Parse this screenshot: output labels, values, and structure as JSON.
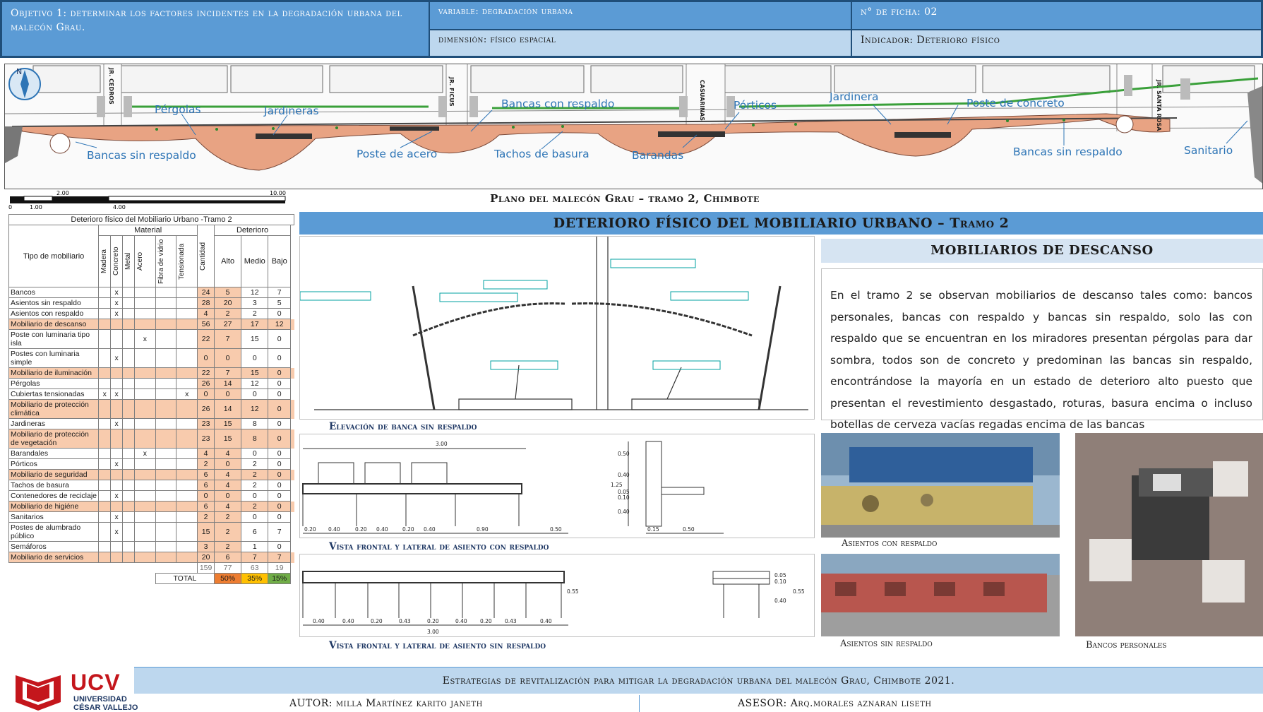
{
  "header": {
    "objective": "Objetivo 1: determinar los factores incidentes en la degradación urbana del malecón Grau.",
    "variable": "variable: degradación urbana",
    "dimension": "dimensión: físico espacial",
    "ficha": "n° de ficha: 02",
    "indicator": "Indicador: Deterioro físico"
  },
  "plan": {
    "labels": {
      "pergolas": "Pérgolas",
      "jardineras": "Jardineras",
      "bancas_sin_respaldo_1": "Bancas sin respaldo",
      "poste_acero": "Poste de acero",
      "bancas_con_respaldo": "Bancas con respaldo",
      "tachos": "Tachos de basura",
      "barandas": "Barandas",
      "porticos": "Pórticos",
      "jardinera": "Jardinera",
      "poste_concreto": "Poste de concreto",
      "bancas_sin_respaldo_2": "Bancas sin respaldo",
      "sanitario": "Sanitario"
    },
    "streets": [
      "JR. CEDROS",
      "JR. FICUS",
      "CASUARINAS",
      "JR. SANTA ROSA"
    ],
    "compass": "N",
    "title": "Plano del malecón Grau – tramo 2, Chimbote"
  },
  "scale": {
    "ticks": [
      "0",
      "1.00",
      "2.00",
      "4.00",
      "10.00"
    ]
  },
  "table": {
    "title": "Deterioro físico del Mobiliario Urbano -Tramo 2",
    "col_tipo": "Tipo de mobiliario",
    "group_material": "Material",
    "group_deterioro": "Deterioro",
    "materials": [
      "Madera",
      "Concreto",
      "Metal",
      "Acero",
      "Fibra de vidrio",
      "Tensionada"
    ],
    "col_cantidad": "Cantidad",
    "det_cols": [
      "Alto",
      "Medio",
      "Bajo"
    ],
    "rows": [
      {
        "name": "Bancos",
        "m": [
          "",
          "x",
          "",
          "",
          "",
          ""
        ],
        "c": "24",
        "a": "5",
        "me": "12",
        "b": "7",
        "sub": false
      },
      {
        "name": "Asientos sin respaldo",
        "m": [
          "",
          "x",
          "",
          "",
          "",
          ""
        ],
        "c": "28",
        "a": "20",
        "me": "3",
        "b": "5",
        "sub": false
      },
      {
        "name": "Asientos con respaldo",
        "m": [
          "",
          "x",
          "",
          "",
          "",
          ""
        ],
        "c": "4",
        "a": "2",
        "me": "2",
        "b": "0",
        "sub": false
      },
      {
        "name": "Mobiliario de descanso",
        "m": [
          "",
          "",
          "",
          "",
          "",
          ""
        ],
        "c": "56",
        "a": "27",
        "me": "17",
        "b": "12",
        "sub": true
      },
      {
        "name": "Poste con luminaria tipo isla",
        "m": [
          "",
          "",
          "",
          "x",
          "",
          ""
        ],
        "c": "22",
        "a": "7",
        "me": "15",
        "b": "0",
        "sub": false
      },
      {
        "name": "Postes con luminaria simple",
        "m": [
          "",
          "x",
          "",
          "",
          "",
          ""
        ],
        "c": "0",
        "a": "0",
        "me": "0",
        "b": "0",
        "sub": false
      },
      {
        "name": "Mobiliario de iluminación",
        "m": [
          "",
          "",
          "",
          "",
          "",
          ""
        ],
        "c": "22",
        "a": "7",
        "me": "15",
        "b": "0",
        "sub": true
      },
      {
        "name": "Pérgolas",
        "m": [
          "",
          "",
          "",
          "",
          "",
          ""
        ],
        "c": "26",
        "a": "14",
        "me": "12",
        "b": "0",
        "sub": false
      },
      {
        "name": "Cubiertas tensionadas",
        "m": [
          "x",
          "x",
          "",
          "",
          "",
          "x"
        ],
        "c": "0",
        "a": "0",
        "me": "0",
        "b": "0",
        "sub": false
      },
      {
        "name": "Mobiliario de protección climática",
        "m": [
          "",
          "",
          "",
          "",
          "",
          ""
        ],
        "c": "26",
        "a": "14",
        "me": "12",
        "b": "0",
        "sub": true
      },
      {
        "name": "Jardineras",
        "m": [
          "",
          "x",
          "",
          "",
          "",
          ""
        ],
        "c": "23",
        "a": "15",
        "me": "8",
        "b": "0",
        "sub": false
      },
      {
        "name": "Mobiliario de protección de vegetación",
        "m": [
          "",
          "",
          "",
          "",
          "",
          ""
        ],
        "c": "23",
        "a": "15",
        "me": "8",
        "b": "0",
        "sub": true
      },
      {
        "name": "Barandales",
        "m": [
          "",
          "",
          "",
          "x",
          "",
          ""
        ],
        "c": "4",
        "a": "4",
        "me": "0",
        "b": "0",
        "sub": false
      },
      {
        "name": "Pórticos",
        "m": [
          "",
          "x",
          "",
          "",
          "",
          ""
        ],
        "c": "2",
        "a": "0",
        "me": "2",
        "b": "0",
        "sub": false
      },
      {
        "name": "Mobiliario de seguridad",
        "m": [
          "",
          "",
          "",
          "",
          "",
          ""
        ],
        "c": "6",
        "a": "4",
        "me": "2",
        "b": "0",
        "sub": true
      },
      {
        "name": "Tachos de basura",
        "m": [
          "",
          "",
          "",
          "",
          "",
          ""
        ],
        "c": "6",
        "a": "4",
        "me": "2",
        "b": "0",
        "sub": false
      },
      {
        "name": "Contenedores de reciclaje",
        "m": [
          "",
          "x",
          "",
          "",
          "",
          ""
        ],
        "c": "0",
        "a": "0",
        "me": "0",
        "b": "0",
        "sub": false
      },
      {
        "name": "Mobiliario de higiéne",
        "m": [
          "",
          "",
          "",
          "",
          "",
          ""
        ],
        "c": "6",
        "a": "4",
        "me": "2",
        "b": "0",
        "sub": true
      },
      {
        "name": "Sanitarios",
        "m": [
          "",
          "x",
          "",
          "",
          "",
          ""
        ],
        "c": "2",
        "a": "2",
        "me": "0",
        "b": "0",
        "sub": false
      },
      {
        "name": "Postes de alumbrado público",
        "m": [
          "",
          "x",
          "",
          "",
          "",
          ""
        ],
        "c": "15",
        "a": "2",
        "me": "6",
        "b": "7",
        "sub": false
      },
      {
        "name": "Semáforos",
        "m": [
          "",
          "",
          "",
          "",
          "",
          ""
        ],
        "c": "3",
        "a": "2",
        "me": "1",
        "b": "0",
        "sub": false
      },
      {
        "name": "Mobiliario de servicios",
        "m": [
          "",
          "",
          "",
          "",
          "",
          ""
        ],
        "c": "20",
        "a": "6",
        "me": "7",
        "b": "7",
        "sub": true
      }
    ],
    "totals": {
      "c": "159",
      "a": "77",
      "me": "63",
      "b": "19"
    },
    "total_label": "TOTAL",
    "pct": {
      "a": "50%",
      "me": "35%",
      "b": "15%"
    },
    "colors": {
      "alto": "#ed7d31",
      "medio": "#ffc000",
      "bajo": "#70ad47",
      "subtotal": "#f8cbad"
    }
  },
  "section_title": "DETERIORO FÍSICO DEL MOBILIARIO URBANO – Tramo 2",
  "drawings": {
    "elevation_caption": "Elevación de banca sin respaldo",
    "front_con_caption": "Vista frontal y lateral de asiento con respaldo",
    "front_sin_caption": "Vista frontal y lateral de asiento sin respaldo",
    "dims_con": [
      "0.20",
      "0.40",
      "0.20",
      "0.40",
      "0.20",
      "0.40",
      "0.90",
      "0.50",
      "3.00"
    ],
    "dims_sin": [
      "0.40",
      "0.40",
      "0.20",
      "0.43",
      "0.20",
      "0.40",
      "0.20",
      "0.43",
      "0.40",
      "3.00"
    ],
    "dims_side": [
      "0.50",
      "0.40",
      "1.25",
      "0.05",
      "0.10",
      "0.40",
      "0.15",
      "0.50"
    ],
    "dims_side_sin": [
      "0.05",
      "0.10",
      "0.55",
      "0.40",
      "0.55"
    ]
  },
  "right": {
    "title": "MOBILIARIOS DE DESCANSO",
    "description": "En el tramo 2 se observan mobiliarios de descanso tales como: bancos personales, bancas con respaldo y bancas sin respaldo, solo las con respaldo que se encuentran en los miradores presentan pérgolas para dar sombra, todos son de concreto y predominan las bancas sin respaldo, encontrándose la mayoría en un estado de deterioro alto puesto que presentan el revestimiento desgastado, roturas, basura encima o incluso botellas de cerveza vacías regadas encima de las bancas",
    "photo_captions": [
      "Asientos con respaldo",
      "Asientos sin respaldo",
      "Bancos personales"
    ]
  },
  "footer": {
    "logo_text": "UCV",
    "logo_sub1": "UNIVERSIDAD",
    "logo_sub2": "CÉSAR VALLEJO",
    "title": "Estrategias de revitalización para mitigar la degradación urbana del malecón Grau, Chimbote 2021.",
    "autor": "AUTOR: milla Martínez karito janeth",
    "asesor": "ASESOR: Arq.morales aznaran liseth"
  }
}
